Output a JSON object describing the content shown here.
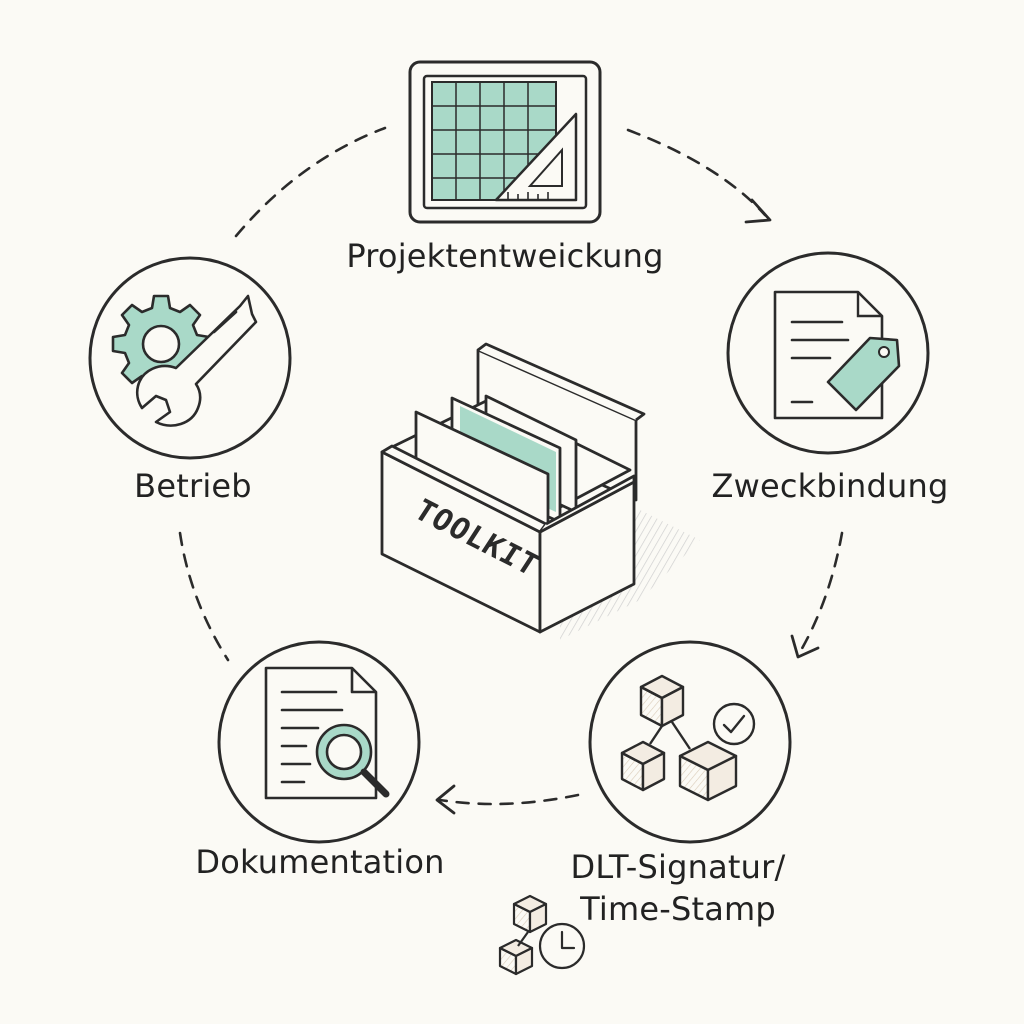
{
  "center": {
    "box_label": "TOOLKIT"
  },
  "nodes": {
    "projekt": {
      "label": "Projektentweickung",
      "icon": "blueprint-grid-icon"
    },
    "zweck": {
      "label": "Zweckbindung",
      "icon": "document-tag-icon"
    },
    "dlt": {
      "label_line1": "DLT-Signatur/",
      "label_line2": "Time-Stamp",
      "icon": "blockchain-check-icon"
    },
    "doku": {
      "label": "Dokumentation",
      "icon": "document-magnifier-icon"
    },
    "betrieb": {
      "label": "Betrieb",
      "icon": "gear-wrench-icon"
    }
  },
  "colors": {
    "ink": "#2b2b2b",
    "accent": "#a9d9c8",
    "background": "#fbfaf5"
  }
}
